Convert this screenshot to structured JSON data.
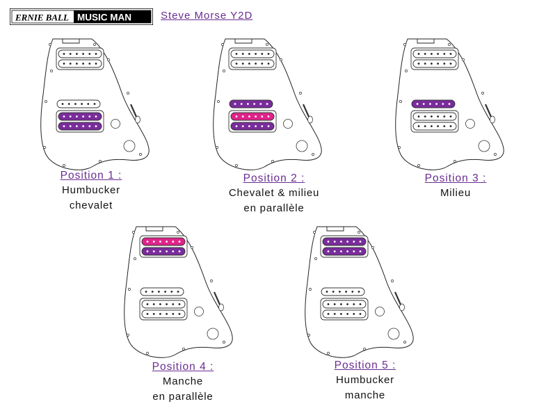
{
  "brand": {
    "logo_text_left": "ERNIE BALL",
    "logo_text_right": "MUSIC MAN"
  },
  "model": "Steve Morse Y2D",
  "colors": {
    "purple": "#7a2c9c",
    "pink": "#e0238a",
    "label": "#6a2c91",
    "white": "#ffffff"
  },
  "diagrams": [
    {
      "title": "Position 1 :",
      "lines": [
        "Humbucker",
        "chevalet"
      ],
      "pickups": {
        "neck": [
          "white",
          "white"
        ],
        "middle": "white",
        "bridge": [
          "purple",
          "purple"
        ]
      }
    },
    {
      "title": "Position 2 :",
      "lines": [
        "Chevalet & milieu",
        "en parallèle"
      ],
      "pickups": {
        "neck": [
          "white",
          "white"
        ],
        "middle": "purple",
        "bridge": [
          "pink",
          "purple"
        ]
      }
    },
    {
      "title": "Position 3 :",
      "lines": [
        "Milieu"
      ],
      "pickups": {
        "neck": [
          "white",
          "white"
        ],
        "middle": "purple",
        "bridge": [
          "white",
          "white"
        ]
      }
    },
    {
      "title": "Position 4 :",
      "lines": [
        "Manche",
        "en parallèle"
      ],
      "pickups": {
        "neck": [
          "pink",
          "purple"
        ],
        "middle": "white",
        "bridge": [
          "white",
          "white"
        ]
      }
    },
    {
      "title": "Position 5 :",
      "lines": [
        "Humbucker",
        "manche"
      ],
      "pickups": {
        "neck": [
          "purple",
          "purple"
        ],
        "middle": "white",
        "bridge": [
          "white",
          "white"
        ]
      }
    }
  ]
}
